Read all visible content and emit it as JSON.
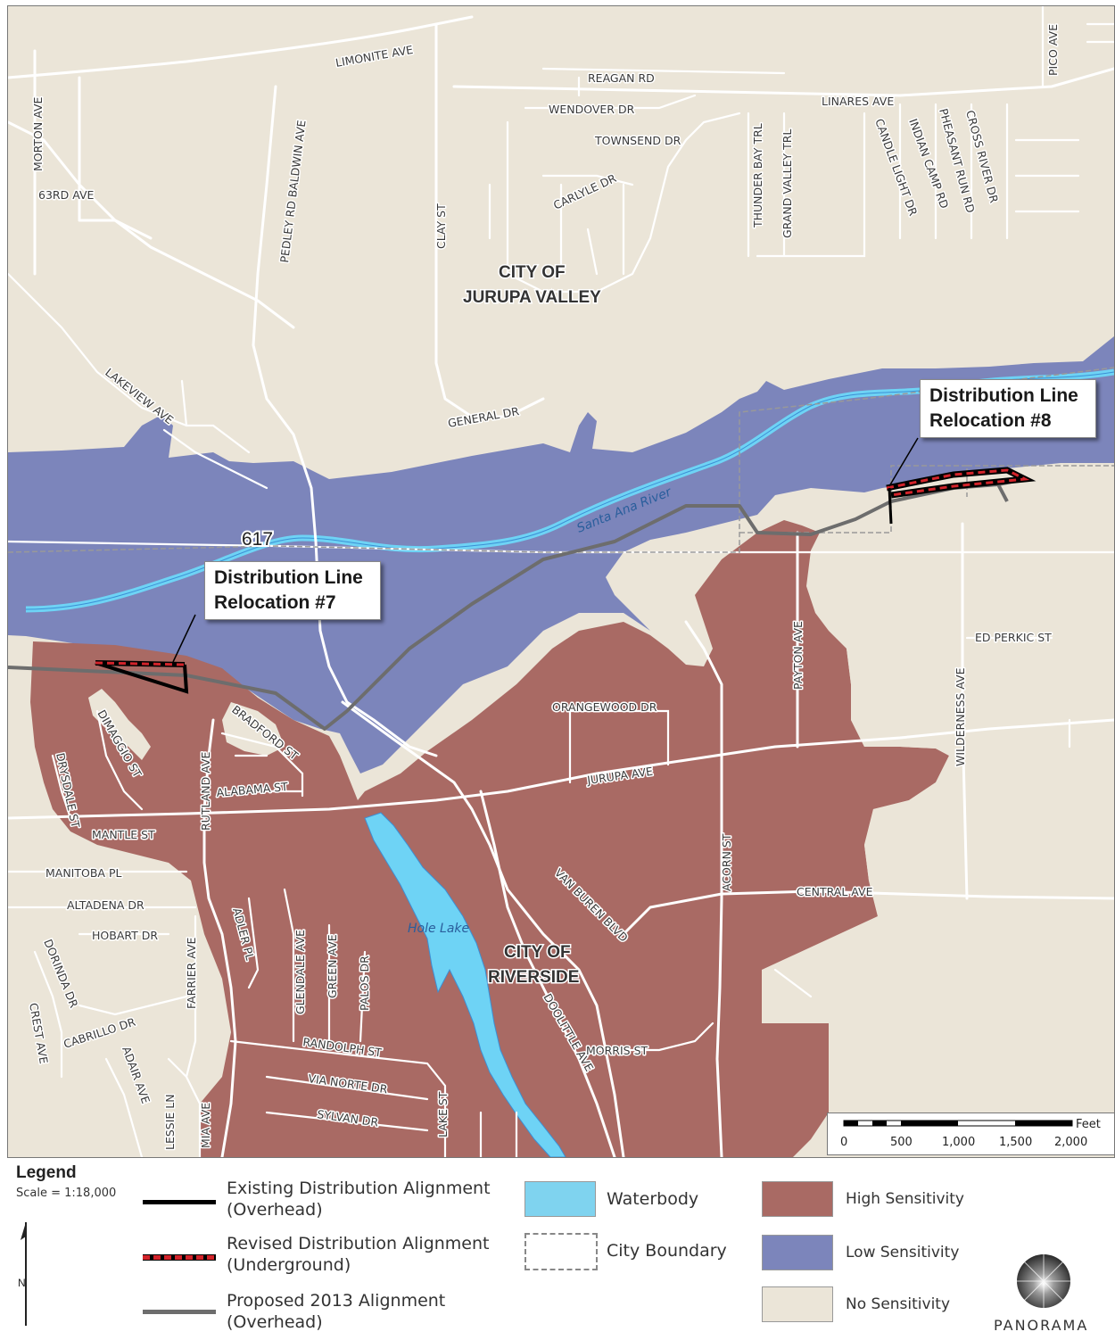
{
  "callouts": {
    "reloc7": [
      "Distribution Line",
      "Relocation #7"
    ],
    "reloc8": [
      "Distribution Line",
      "Relocation #8"
    ]
  },
  "cities": {
    "jurupa": [
      "CITY OF",
      "JURUPA VALLEY"
    ],
    "riverside": [
      "CITY OF",
      "RIVERSIDE"
    ]
  },
  "water_labels": {
    "river": "Santa Ana River",
    "lake": "Hole Lake"
  },
  "route_label": "617",
  "streets": {
    "limonite": "LIMONITE AVE",
    "reagan": "REAGAN RD",
    "wendover": "WENDOVER DR",
    "townsend": "TOWNSEND DR",
    "linares": "LINARES AVE",
    "pico": "PICO AVE",
    "morton": "MORTON AVE",
    "pedley": "PEDLEY RD BALDWIN AVE",
    "ave63": "63RD AVE",
    "clay": "CLAY ST",
    "carlyle": "CARLYLE DR",
    "thunder": "THUNDER BAY TRL",
    "grand": "GRAND VALLEY TRL",
    "candle": "CANDLE LIGHT DR",
    "indian": "INDIAN CAMP RD",
    "pheasant": "PHEASANT RUN RD",
    "cross": "CROSS RIVER DR",
    "lakeview": "LAKEVIEW AVE",
    "general": "GENERAL DR",
    "edperkic": "ED PERKIC ST",
    "payton": "PAYTON AVE",
    "wilderness": "WILDERNESS AVE",
    "orangewood": "ORANGEWOOD DR",
    "jurupa": "JURUPA AVE",
    "bradford": "BRADFORD ST",
    "dimaggio": "DIMAGGIO ST",
    "drysdale": "DRYSDALE ST",
    "rutland": "RUTLAND AVE",
    "alabama": "ALABAMA ST",
    "mantle": "MANTLE ST",
    "manitoba": "MANITOBA PL",
    "altadena": "ALTADENA DR",
    "hobart": "HOBART DR",
    "dorinda": "DORINDA DR",
    "crest": "CREST AVE",
    "cabrillo": "CABRILLO DR",
    "farrier": "FARRIER AVE",
    "adler": "ADLER PL",
    "glendale": "GLENDALE AVE",
    "green": "GREEN AVE",
    "palos": "PALOS DR",
    "randolph": "RANDOLPH ST",
    "vianorte": "VIA NORTE DR",
    "sylvan": "SYLVAN DR",
    "lake": "LAKE ST",
    "adair": "ADAIR AVE",
    "lessie": "LESSIE LN",
    "mia": "MIA AVE",
    "acorn": "ACORN ST",
    "central": "CENTRAL AVE",
    "vanburen": "VAN BUREN BLVD",
    "doolittle": "DOOLITTLE AVE",
    "morris": "MORRIS ST"
  },
  "scale_bar": {
    "unit": "Feet",
    "ticks": [
      "0",
      "500",
      "1,000",
      "1,500",
      "2,000"
    ]
  },
  "legend": {
    "title": "Legend",
    "scale": "Scale = 1:18,000",
    "existing": [
      "Existing Distribution Alignment",
      "(Overhead)"
    ],
    "revised": [
      "Revised Distribution Alignment",
      "(Underground)"
    ],
    "proposed": [
      "Proposed 2013 Alignment",
      "(Overhead)"
    ],
    "waterbody": "Waterbody",
    "city_boundary": "City Boundary",
    "high": "High Sensitivity",
    "low": "Low Sensitivity",
    "none": "No Sensitivity",
    "north": "N",
    "logo": "PANORAMA"
  },
  "colors": {
    "high_sensitivity": "#a96a64",
    "low_sensitivity": "#7c85bb",
    "no_sensitivity": "#ebe5d8",
    "water": "#7fd3ef",
    "existing_line": "#000000",
    "revised_line": "#d2232a",
    "proposed_line": "#6d6d6d"
  }
}
